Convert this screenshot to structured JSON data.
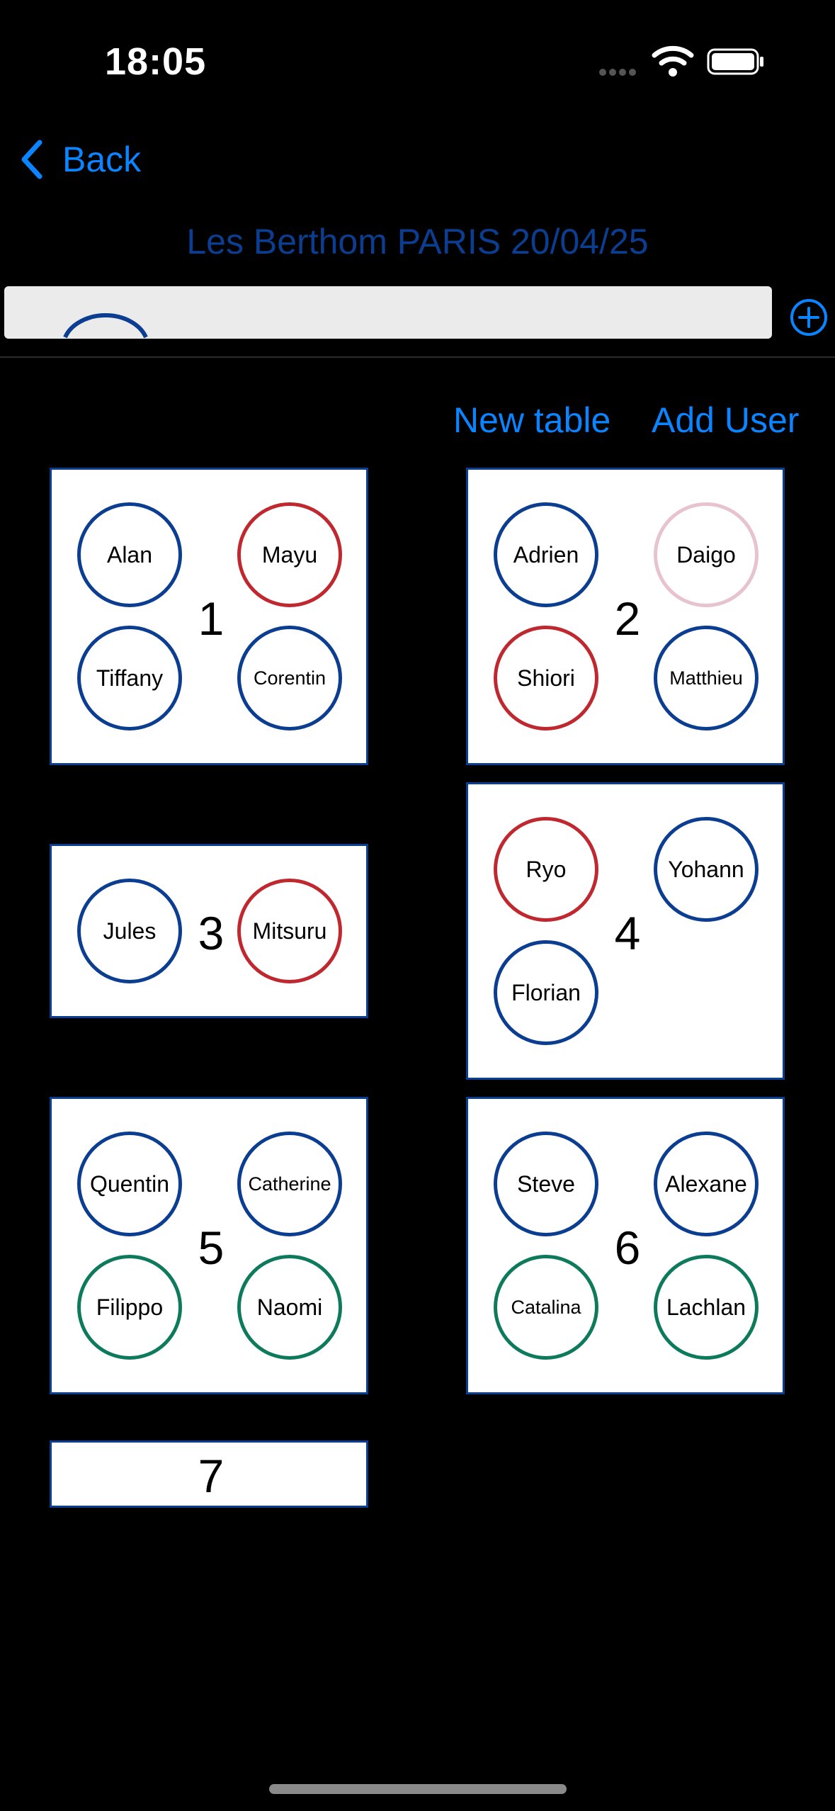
{
  "status_bar": {
    "time": "18:05"
  },
  "nav": {
    "back_label": "Back",
    "title": "Les Berthom PARIS 20/04/25"
  },
  "actions": {
    "new_table": "New table",
    "add_user": "Add User"
  },
  "colors": {
    "accent": "#0a84ff",
    "navy": "#0b3d91",
    "red": "#c0282f",
    "pink": "#e7c3cf",
    "green": "#0e7a5c"
  },
  "tables": [
    {
      "number": "1",
      "seats": [
        {
          "name": "Alan",
          "color": "navy"
        },
        {
          "name": "Mayu",
          "color": "red"
        },
        {
          "name": "Tiffany",
          "color": "navy"
        },
        {
          "name": "Corentin",
          "color": "navy"
        }
      ]
    },
    {
      "number": "2",
      "seats": [
        {
          "name": "Adrien",
          "color": "navy"
        },
        {
          "name": "Daigo",
          "color": "pink"
        },
        {
          "name": "Shiori",
          "color": "red"
        },
        {
          "name": "Matthieu",
          "color": "navy"
        }
      ]
    },
    {
      "number": "3",
      "seats": [
        {
          "name": "Jules",
          "color": "navy"
        },
        {
          "name": "Mitsuru",
          "color": "red"
        }
      ]
    },
    {
      "number": "4",
      "seats": [
        {
          "name": "Ryo",
          "color": "red"
        },
        {
          "name": "Yohann",
          "color": "navy"
        },
        {
          "name": "Florian",
          "color": "navy"
        }
      ]
    },
    {
      "number": "5",
      "seats": [
        {
          "name": "Quentin",
          "color": "navy"
        },
        {
          "name": "Catherine",
          "color": "navy"
        },
        {
          "name": "Filippo",
          "color": "green"
        },
        {
          "name": "Naomi",
          "color": "green"
        }
      ]
    },
    {
      "number": "6",
      "seats": [
        {
          "name": "Steve",
          "color": "navy"
        },
        {
          "name": "Alexane",
          "color": "navy"
        },
        {
          "name": "Catalina",
          "color": "green"
        },
        {
          "name": "Lachlan",
          "color": "green"
        }
      ]
    },
    {
      "number": "7",
      "seats": []
    }
  ]
}
